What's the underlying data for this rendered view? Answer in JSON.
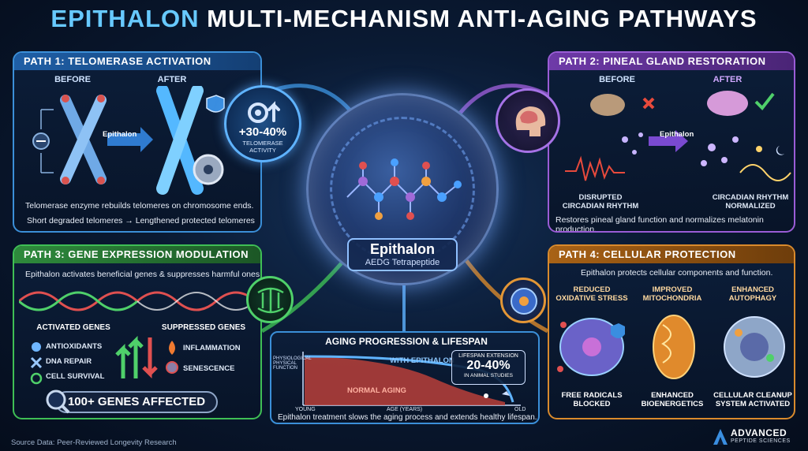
{
  "title": {
    "accent": "EPITHALON",
    "rest": " MULTI-MECHANISM ANTI-AGING PATHWAYS"
  },
  "path1": {
    "header": "PATH 1: TELOMERASE ACTIVATION",
    "before": "BEFORE",
    "after": "AFTER",
    "arrow_label": "Epithalon",
    "stat_value": "+30-40%",
    "stat_label_1": "TELOMERASE",
    "stat_label_2": "ACTIVITY",
    "caption_1": "Telomerase enzyme rebuilds telomeres on chromosome ends.",
    "caption_2": "Short degraded telomeres → Lengthened protected telomeres"
  },
  "path2": {
    "header": "PATH 2: PINEAL GLAND RESTORATION",
    "before": "BEFORE",
    "after": "AFTER",
    "arrow_label": "Epithalon",
    "left_label_1": "DISRUPTED",
    "left_label_2": "CIRCADIAN RHYTHM",
    "right_label_1": "CIRCADIAN RHYTHM",
    "right_label_2": "NORMALIZED",
    "caption": "Restores pineal gland function and normalizes melatonin production."
  },
  "center": {
    "name": "Epithalon",
    "subtitle": "AEDG Tetrapeptide"
  },
  "path3": {
    "header": "PATH 3: GENE EXPRESSION MODULATION",
    "intro": "Epithalon activates beneficial genes & suppresses harmful ones",
    "activated_title": "ACTIVATED GENES",
    "activated": [
      "ANTIOXIDANTS",
      "DNA REPAIR",
      "CELL SURVIVAL"
    ],
    "suppressed_title": "SUPPRESSED GENES",
    "suppressed": [
      "INFLAMMATION",
      "SENESCENCE"
    ],
    "genes_affected": "100+ GENES AFFECTED"
  },
  "path4": {
    "header": "PATH 4: CELLULAR PROTECTION",
    "intro": "Epithalon protects cellular components and function.",
    "col1_top": [
      "REDUCED",
      "OXIDATIVE STRESS"
    ],
    "col2_top": [
      "IMPROVED",
      "MITOCHONDRIA"
    ],
    "col3_top": [
      "ENHANCED",
      "AUTOPHAGY"
    ],
    "col1_bottom": [
      "FREE RADICALS",
      "BLOCKED"
    ],
    "col2_bottom": [
      "ENHANCED",
      "BIOENERGETICS"
    ],
    "col3_bottom": [
      "CELLULAR CLEANUP",
      "SYSTEM ACTIVATED"
    ]
  },
  "lifespan": {
    "header": "AGING PROGRESSION & LIFESPAN",
    "ylabel_1": "PHYSIOLOGICAL",
    "ylabel_2": "PHYSICAL FUNCTION",
    "with_label": "WITH EPITHALON",
    "normal_label": "NORMAL AGING",
    "ext_title": "LIFESPAN EXTENSION",
    "ext_value": "20-40%",
    "ext_sub": "IN ANIMAL STUDIES",
    "x_young": "YOUNG",
    "x_mid": "AGE (YEARS)",
    "x_old": "OLD",
    "caption": "Epithalon treatment slows the aging process and extends healthy lifespan."
  },
  "footer": "Source Data: Peer-Reviewed Longevity Research",
  "logo": {
    "line1": "ADVANCED",
    "line2": "PEPTIDE SCIENCES"
  },
  "colors": {
    "path1": "#3b8fd8",
    "path2": "#9a5cd6",
    "path3": "#3fbf55",
    "path4": "#d98a2c",
    "normal_aging": "#e0533f",
    "with_epithalon": "#5fb3ff"
  }
}
